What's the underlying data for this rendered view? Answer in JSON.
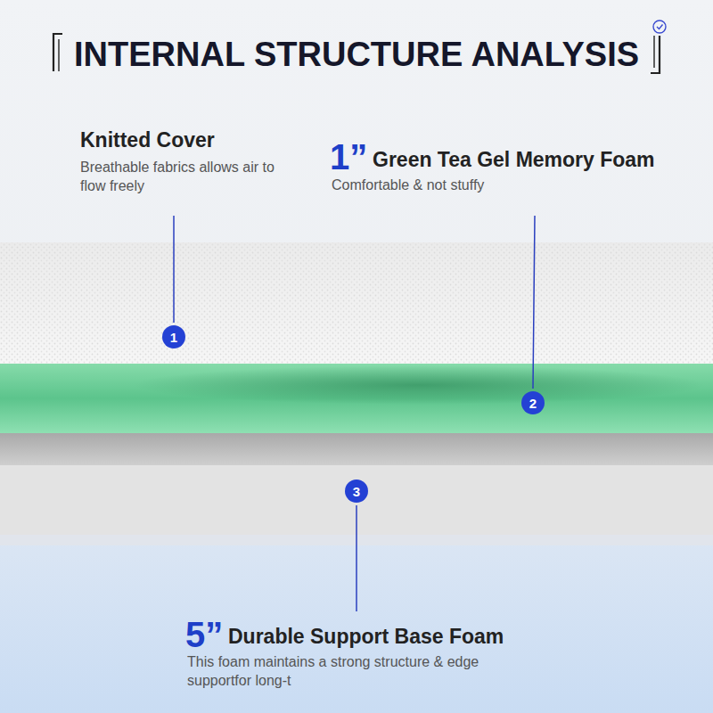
{
  "diagram": {
    "title": "INTERNAL STRUCTURE ANALYSIS",
    "nodes": [
      {
        "text": [
          "1"
        ]
      },
      {
        "text": [
          "2"
        ]
      },
      {
        "text": [
          "3"
        ]
      }
    ],
    "labels": [
      "Knitted Cover",
      "Breathable fabrics allows air to flow freely",
      "1”",
      "Green Tea Gel Memory Foam",
      "Comfortable & not stuffy",
      "5”",
      "Durable Support Base Foam",
      "This foam maintains a strong structure & edge supportfor long-t"
    ]
  }
}
